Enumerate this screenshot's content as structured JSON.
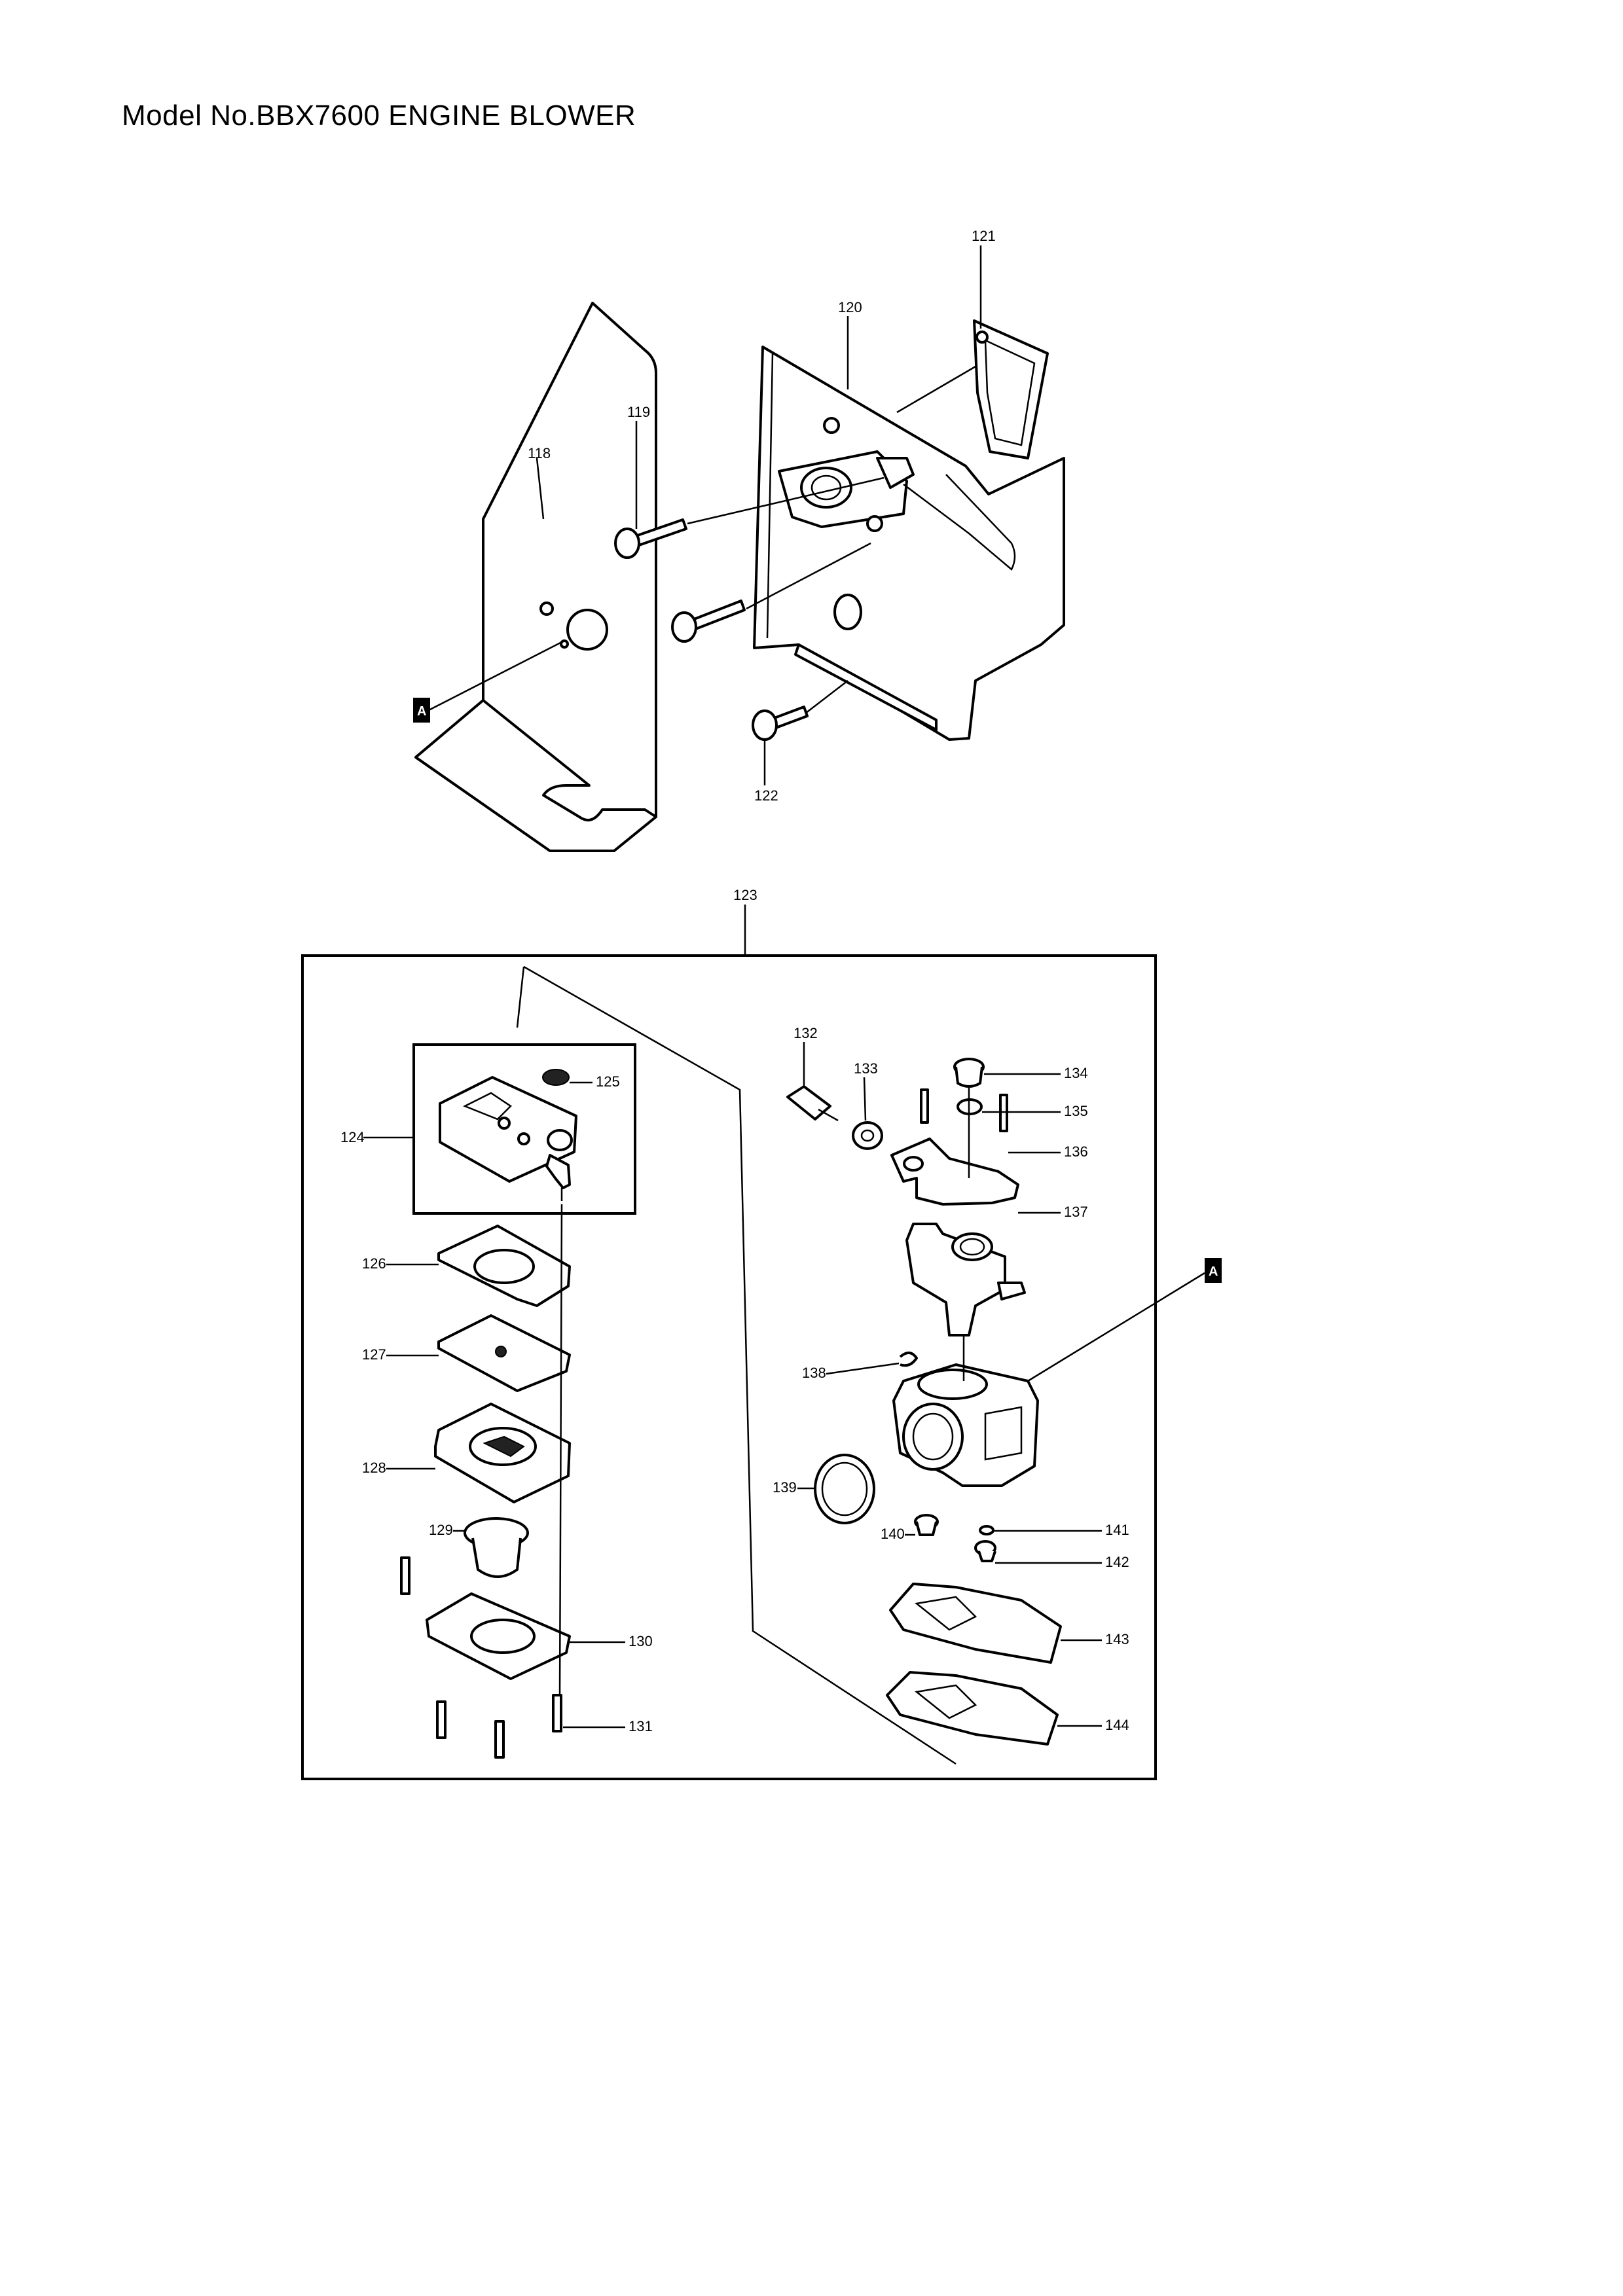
{
  "header": {
    "title": "Model No.BBX7600 ENGINE BLOWER"
  },
  "assembly_box": {
    "label": "123"
  },
  "section_marker": {
    "letter": "A"
  },
  "callouts": [
    {
      "id": "c118",
      "text": "118"
    },
    {
      "id": "c119",
      "text": "119"
    },
    {
      "id": "c120",
      "text": "120"
    },
    {
      "id": "c121",
      "text": "121"
    },
    {
      "id": "c122",
      "text": "122"
    },
    {
      "id": "c124",
      "text": "124"
    },
    {
      "id": "c125",
      "text": "125"
    },
    {
      "id": "c126",
      "text": "126"
    },
    {
      "id": "c127",
      "text": "127"
    },
    {
      "id": "c128",
      "text": "128"
    },
    {
      "id": "c129",
      "text": "129"
    },
    {
      "id": "c130",
      "text": "130"
    },
    {
      "id": "c131",
      "text": "131"
    },
    {
      "id": "c132",
      "text": "132"
    },
    {
      "id": "c133",
      "text": "133"
    },
    {
      "id": "c134",
      "text": "134"
    },
    {
      "id": "c135",
      "text": "135"
    },
    {
      "id": "c136",
      "text": "136"
    },
    {
      "id": "c137",
      "text": "137"
    },
    {
      "id": "c138",
      "text": "138"
    },
    {
      "id": "c139",
      "text": "139"
    },
    {
      "id": "c140",
      "text": "140"
    },
    {
      "id": "c141",
      "text": "141"
    },
    {
      "id": "c142",
      "text": "142"
    },
    {
      "id": "c143",
      "text": "143"
    },
    {
      "id": "c144",
      "text": "144"
    }
  ]
}
